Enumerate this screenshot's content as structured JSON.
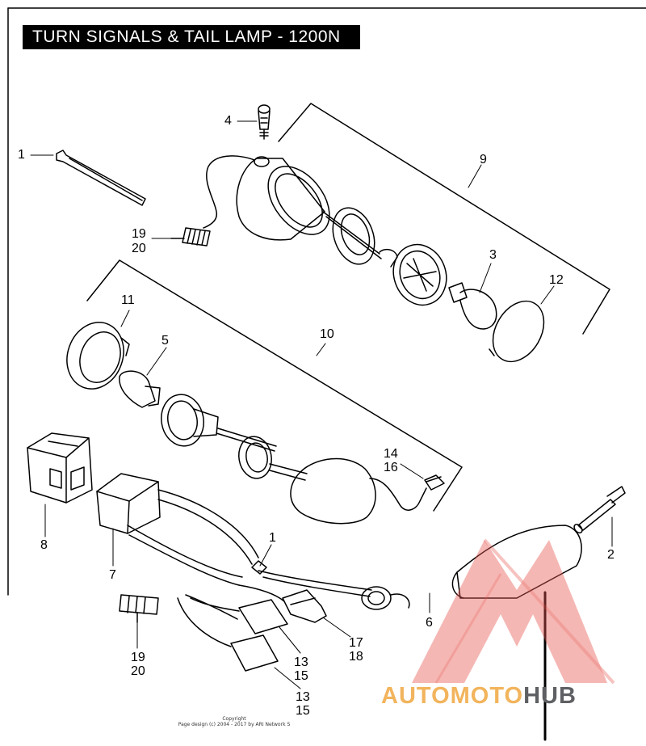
{
  "title": "TURN SIGNALS & TAIL LAMP - 1200N",
  "callouts": {
    "c1_top": "1",
    "c4": "4",
    "c9": "9",
    "c19_top": "19",
    "c20_top": "20",
    "c3": "3",
    "c12": "12",
    "c11": "11",
    "c5": "5",
    "c10": "10",
    "c14": "14",
    "c16": "16",
    "c8": "8",
    "c7": "7",
    "c1_bottom": "1",
    "c2": "2",
    "c6": "6",
    "c17": "17",
    "c18": "18",
    "c19_bottom": "19",
    "c20_bottom": "20",
    "c13_a": "13",
    "c15_a": "15",
    "c13_b": "13",
    "c15_b": "15"
  },
  "copyright": {
    "line1": "Copyright",
    "line2": "Page design (c) 2004 - 2017 by ARI Network S"
  },
  "watermark": {
    "part1": "AUTO",
    "part2": "MOTO",
    "part3": "HUB",
    "colors": {
      "auto": "#f2b45c",
      "hub": "#5e6063",
      "logo": "#e8554e"
    }
  }
}
